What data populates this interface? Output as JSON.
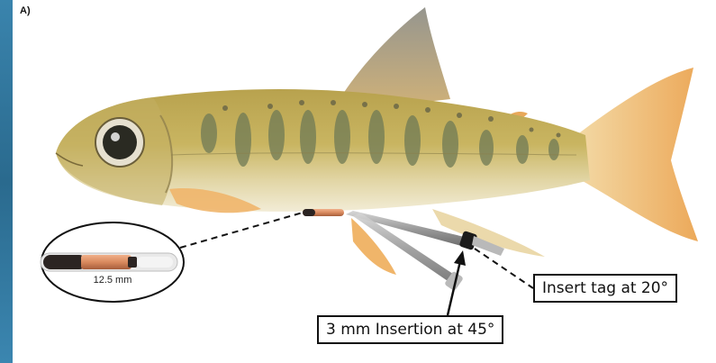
{
  "figure": {
    "panel_label": "A)",
    "tag_size_label": "12.5 mm",
    "callouts": {
      "tag_angle": "Insert tag at 20°",
      "insertion": "3 mm Insertion at 45°"
    }
  },
  "colors": {
    "background_edge": "#2e6f93",
    "fish_body": "#c6b15b",
    "fish_belly": "#ebe3c2",
    "fish_spots": "#6f7a55",
    "fins": "#f0b56a",
    "tag_copper": "#d99066",
    "needle": "#9a9a9a"
  },
  "icons": [
    "fish-illustration",
    "pit-tag-icon",
    "syringe-needle-icon",
    "arrow-icon"
  ]
}
